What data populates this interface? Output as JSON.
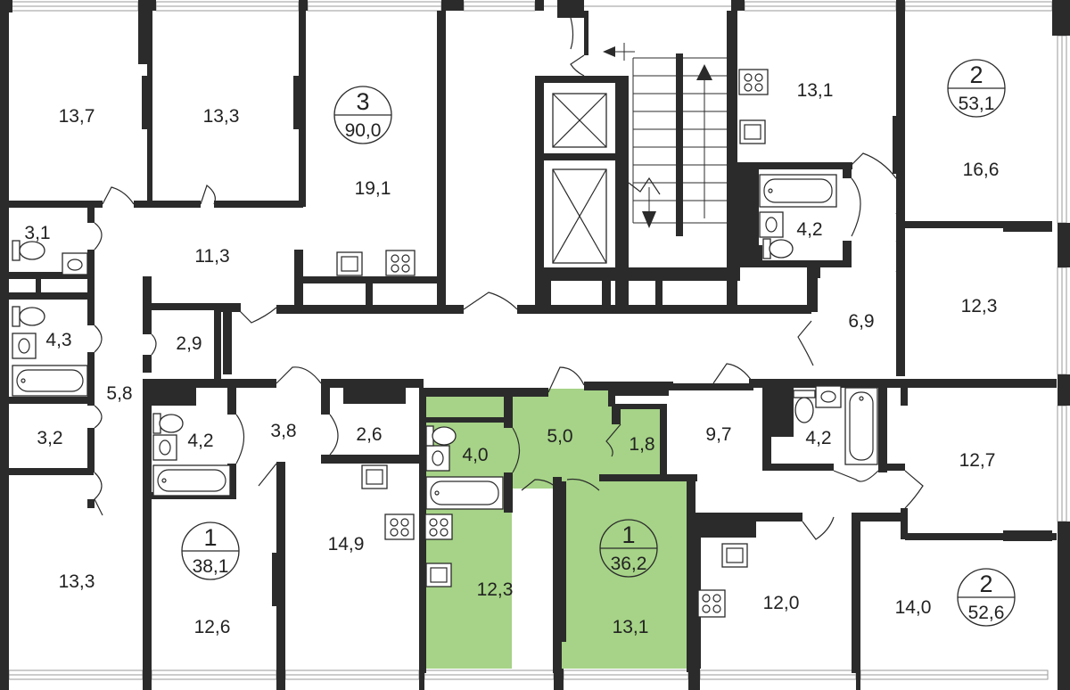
{
  "colors": {
    "wall": "#2b2b2b",
    "highlight": "#a6d387",
    "background": "#ffffff"
  },
  "apartments": [
    {
      "id": "apt-3",
      "rooms": "3",
      "total": "90,0"
    },
    {
      "id": "apt-2-top",
      "rooms": "2",
      "total": "53,1"
    },
    {
      "id": "apt-1-left",
      "rooms": "1",
      "total": "38,1"
    },
    {
      "id": "apt-1-highlight",
      "rooms": "1",
      "total": "36,2",
      "highlighted": true
    },
    {
      "id": "apt-2-bottom",
      "rooms": "2",
      "total": "52,6"
    }
  ],
  "areas": {
    "r1": "13,7",
    "r2": "13,3",
    "r3": "19,1",
    "r4": "3,1",
    "r5": "11,3",
    "r6": "4,3",
    "r7": "2,9",
    "r8": "5,8",
    "r9": "3,2",
    "r10": "4,2",
    "r11": "3,8",
    "r12": "2,6",
    "r13": "13,3",
    "r14": "12,6",
    "r15": "14,9",
    "r16": "4,0",
    "r17": "5,0",
    "r18": "1,8",
    "r19": "12,3",
    "r20": "13,1",
    "r21": "13,1",
    "r22": "16,6",
    "r23": "4,2",
    "r24": "12,3",
    "r25": "6,9",
    "r26": "9,7",
    "r27": "4,2",
    "r28": "12,7",
    "r29": "12,0",
    "r30": "14,0"
  },
  "icons": [
    "elevator-icon",
    "stair-up-arrow-icon",
    "stair-down-arrow-icon",
    "stove-icon",
    "sink-icon",
    "toilet-icon",
    "bathtub-icon"
  ]
}
